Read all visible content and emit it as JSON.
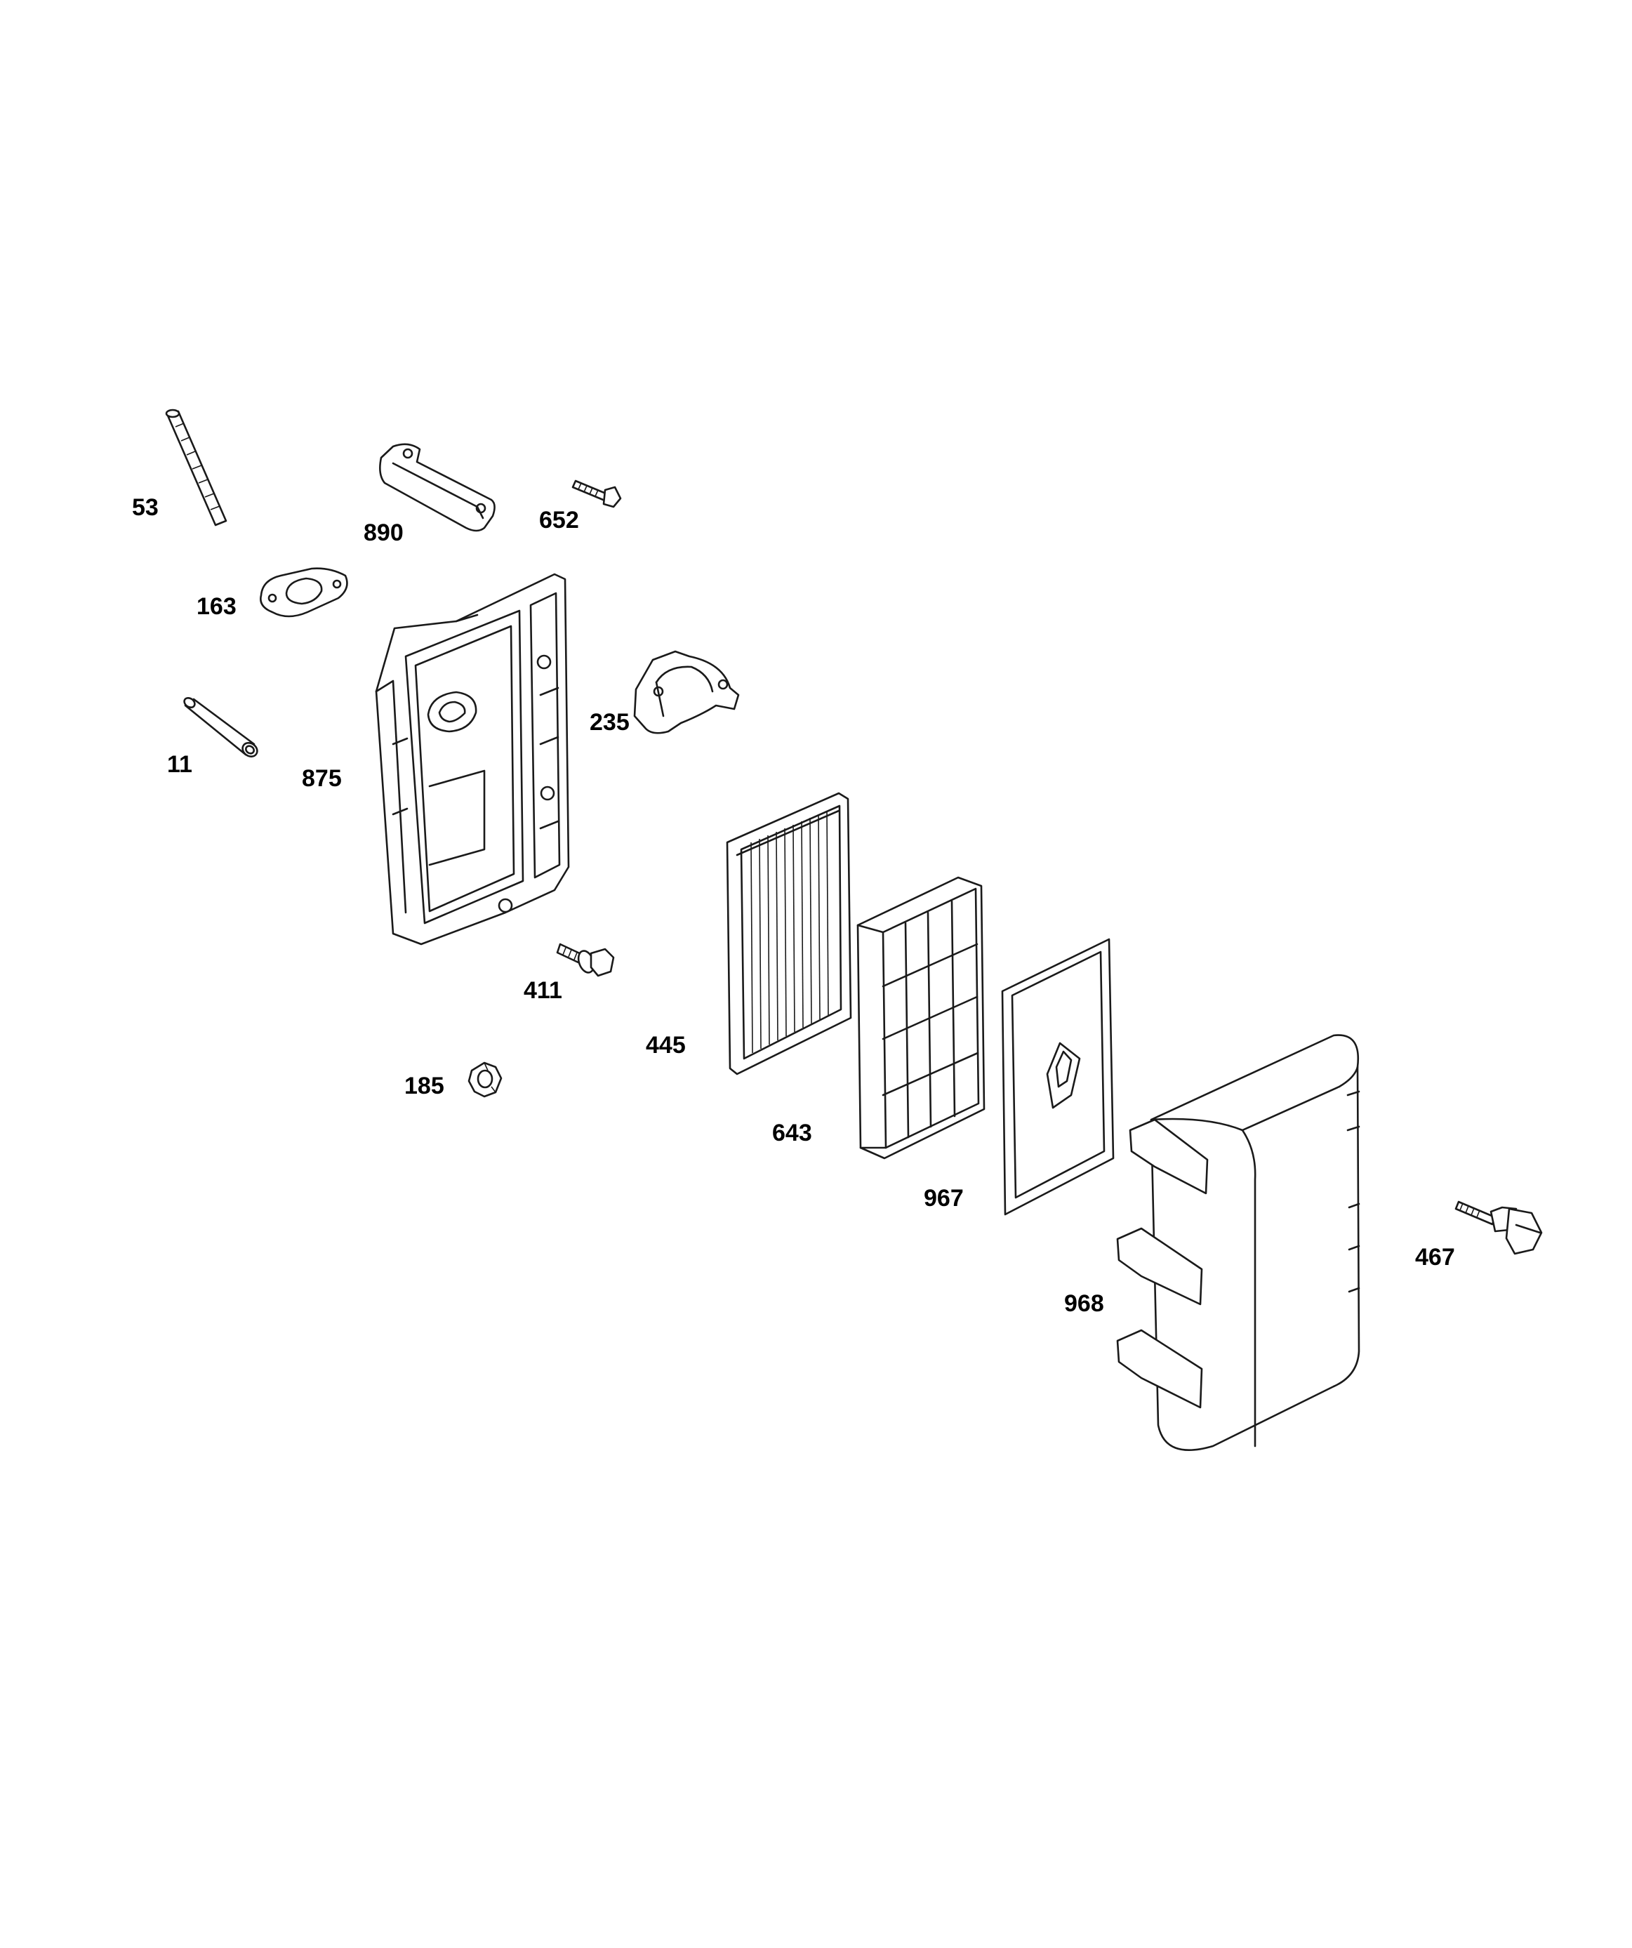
{
  "parts": [
    {
      "key": "p53",
      "number": "53"
    },
    {
      "key": "p890",
      "number": "890"
    },
    {
      "key": "p652",
      "number": "652"
    },
    {
      "key": "p163",
      "number": "163"
    },
    {
      "key": "p235",
      "number": "235"
    },
    {
      "key": "p11",
      "number": "11"
    },
    {
      "key": "p875",
      "number": "875"
    },
    {
      "key": "p411",
      "number": "411"
    },
    {
      "key": "p445",
      "number": "445"
    },
    {
      "key": "p185",
      "number": "185"
    },
    {
      "key": "p643",
      "number": "643"
    },
    {
      "key": "p967",
      "number": "967"
    },
    {
      "key": "p968",
      "number": "968"
    },
    {
      "key": "p467",
      "number": "467"
    }
  ]
}
